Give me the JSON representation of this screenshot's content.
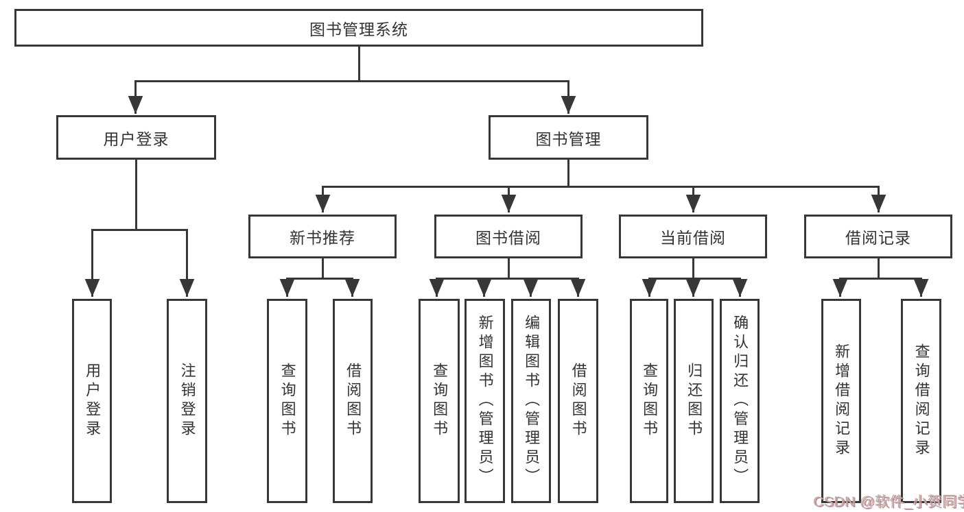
{
  "nodes": {
    "root": "图书管理系统",
    "user_login": "用户登录",
    "book_management": "图书管理",
    "login": "用户登录",
    "logout": "注销登录",
    "new_book_recommend": "新书推荐",
    "book_borrow": "图书借阅",
    "current_borrow": "当前借阅",
    "borrow_record": "借阅记录",
    "nbr_query_book": "查询图书",
    "nbr_borrow_book": "借阅图书",
    "bb_query_book": "查询图书",
    "bb_add_book": "新增图书（管理员）",
    "bb_edit_book": "编辑图书（管理员）",
    "bb_borrow_book": "借阅图书",
    "cb_query_book": "查询图书",
    "cb_return_book": "归还图书",
    "cb_confirm_return": "确认归还（管理员）",
    "br_add_record": "新增借阅记录",
    "br_query_record": "查询借阅记录"
  },
  "tree": {
    "图书管理系统": {
      "用户登录": [
        "用户登录",
        "注销登录"
      ],
      "图书管理": {
        "新书推荐": [
          "查询图书",
          "借阅图书"
        ],
        "图书借阅": [
          "查询图书",
          "新增图书（管理员）",
          "编辑图书（管理员）",
          "借阅图书"
        ],
        "当前借阅": [
          "查询图书",
          "归还图书",
          "确认归还（管理员）"
        ],
        "借阅记录": [
          "新增借阅记录",
          "查询借阅记录"
        ]
      }
    }
  },
  "watermark": {
    "text": "CSDN @软件_小贺同学"
  },
  "colors": {
    "line": "#373737",
    "text": "#333333",
    "background": "#ffffff",
    "watermark": "#b3b3b3",
    "watermark_shadow": "#cf8080"
  }
}
